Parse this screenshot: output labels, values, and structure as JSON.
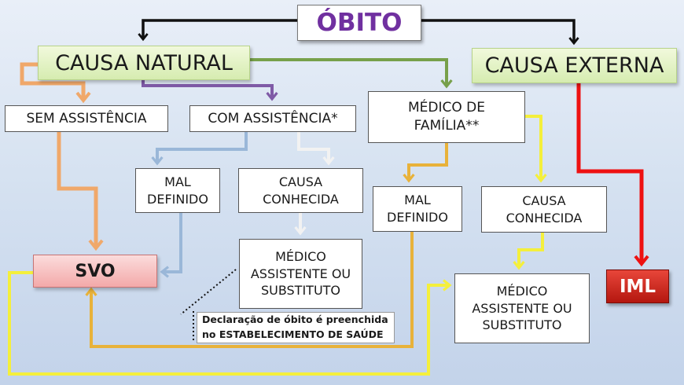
{
  "title": "ÓBITO",
  "nodes": {
    "causa_natural": "CAUSA NATURAL",
    "causa_externa": "CAUSA EXTERNA",
    "sem_assistencia": "SEM ASSISTÊNCIA",
    "com_assistencia": "COM ASSISTÊNCIA*",
    "medico_familia": [
      "MÉDICO DE",
      "FAMÍLIA**"
    ],
    "mal_definido_1": [
      "MAL",
      "DEFINIDO"
    ],
    "causa_conhecida_1": [
      "CAUSA",
      "CONHECIDA"
    ],
    "mal_definido_2": [
      "MAL",
      "DEFINIDO"
    ],
    "causa_conhecida_2": [
      "CAUSA",
      "CONHECIDA"
    ],
    "medico_assistente_1": [
      "MÉDICO",
      "ASSISTENTE OU",
      "SUBSTITUTO"
    ],
    "medico_assistente_2": [
      "MÉDICO",
      "ASSISTENTE OU",
      "SUBSTITUTO"
    ],
    "svo": "SVO",
    "iml": "IML"
  },
  "note": [
    "Declaração de óbito é preenchida",
    "no ESTABELECIMENTO DE SAÚDE"
  ],
  "colors": {
    "black": "#111111",
    "orange": "#f0a86a",
    "purple": "#7f5aa6",
    "green": "#77a04a",
    "blue": "#9ab7d8",
    "white": "#f2f2f2",
    "gold": "#e8b23a",
    "yellow": "#f4ef3c",
    "red": "#ee1111",
    "title_text": "#7030a0"
  }
}
